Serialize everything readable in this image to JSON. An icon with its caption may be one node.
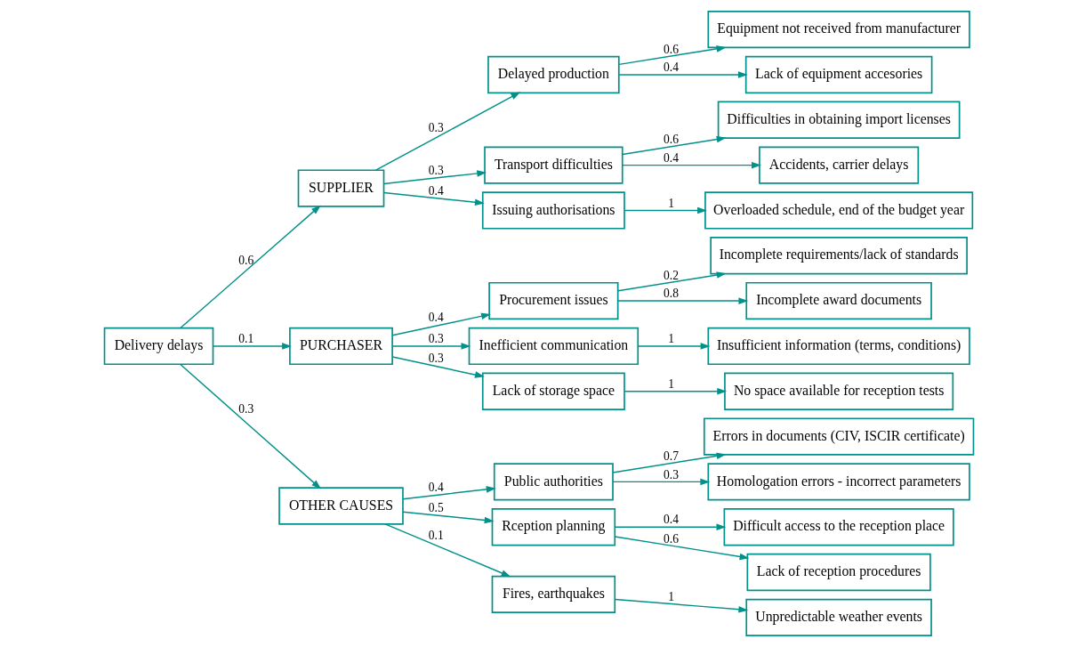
{
  "diagram": {
    "nodes": [
      {
        "text": [
          "Delivery delays"
        ]
      },
      {
        "text": [
          "SUPPLIER"
        ]
      },
      {
        "text": [
          "PURCHASER"
        ]
      },
      {
        "text": [
          "OTHER CAUSES"
        ]
      },
      {
        "text": [
          "Delayed production"
        ]
      },
      {
        "text": [
          "Transport difficulties"
        ]
      },
      {
        "text": [
          "Issuing authorisations"
        ]
      },
      {
        "text": [
          "Procurement issues"
        ]
      },
      {
        "text": [
          "Inefficient communication"
        ]
      },
      {
        "text": [
          "Lack of storage space"
        ]
      },
      {
        "text": [
          "Public authorities"
        ]
      },
      {
        "text": [
          "Rception planning"
        ]
      },
      {
        "text": [
          "Fires, earthquakes"
        ]
      },
      {
        "text": [
          "Equipment not received from manufacturer"
        ]
      },
      {
        "text": [
          "Lack of equipment accesories"
        ]
      },
      {
        "text": [
          "Difficulties in obtaining import licenses"
        ]
      },
      {
        "text": [
          "Accidents, carrier delays"
        ]
      },
      {
        "text": [
          "Overloaded schedule, end of the budget year"
        ]
      },
      {
        "text": [
          "Incomplete requirements/lack of standards"
        ]
      },
      {
        "text": [
          "Incomplete award documents"
        ]
      },
      {
        "text": [
          "Insufficient information (terms, conditions)"
        ]
      },
      {
        "text": [
          "No space available for reception tests"
        ]
      },
      {
        "text": [
          "Errors in documents (CIV, ISCIR certificate)"
        ]
      },
      {
        "text": [
          "Homologation errors - incorrect parameters"
        ]
      },
      {
        "text": [
          "Difficult access to the reception place"
        ]
      },
      {
        "text": [
          "Lack of reception procedures"
        ]
      },
      {
        "text": [
          "Unpredictable weather events"
        ]
      }
    ],
    "edges": [
      {
        "from": 0,
        "to": 1,
        "arrow": "to",
        "label": "0.6"
      },
      {
        "from": 0,
        "to": 2,
        "arrow": "to",
        "label": "0.1"
      },
      {
        "from": 0,
        "to": 3,
        "arrow": "to",
        "label": "0.3"
      },
      {
        "from": 1,
        "to": 4,
        "arrow": "to",
        "label": "0.3"
      },
      {
        "from": 1,
        "to": 5,
        "arrow": "to",
        "label": "0.3"
      },
      {
        "from": 1,
        "to": 6,
        "arrow": "to",
        "label": "0.4"
      },
      {
        "from": 2,
        "to": 7,
        "arrow": "to",
        "label": "0.4"
      },
      {
        "from": 2,
        "to": 8,
        "arrow": "to",
        "label": "0.3"
      },
      {
        "from": 2,
        "to": 9,
        "arrow": "to",
        "label": "0.3"
      },
      {
        "from": 3,
        "to": 10,
        "arrow": "to",
        "label": "0.4"
      },
      {
        "from": 3,
        "to": 11,
        "arrow": "to",
        "label": "0.5"
      },
      {
        "from": 3,
        "to": 12,
        "arrow": "to",
        "label": "0.1"
      },
      {
        "from": 4,
        "to": 13,
        "arrow": "to",
        "label": "0.6"
      },
      {
        "from": 4,
        "to": 14,
        "arrow": "to",
        "label": "0.4"
      },
      {
        "from": 5,
        "to": 15,
        "arrow": "to",
        "label": "0.6"
      },
      {
        "from": 5,
        "to": 16,
        "arrow": "to",
        "label": "0.4"
      },
      {
        "from": 6,
        "to": 17,
        "arrow": "to",
        "label": "1"
      },
      {
        "from": 7,
        "to": 18,
        "arrow": "to",
        "label": "0.2"
      },
      {
        "from": 7,
        "to": 19,
        "arrow": "to",
        "label": "0.8"
      },
      {
        "from": 8,
        "to": 20,
        "arrow": "to",
        "label": "1"
      },
      {
        "from": 9,
        "to": 21,
        "arrow": "to",
        "label": "1"
      },
      {
        "from": 10,
        "to": 22,
        "arrow": "to",
        "label": "0.7"
      },
      {
        "from": 10,
        "to": 23,
        "arrow": "to",
        "label": "0.3"
      },
      {
        "from": 11,
        "to": 24,
        "arrow": "to",
        "label": "0.4"
      },
      {
        "from": 11,
        "to": 25,
        "arrow": "to",
        "label": "0.6"
      },
      {
        "from": 12,
        "to": 26,
        "arrow": "to",
        "label": "1"
      }
    ]
  }
}
